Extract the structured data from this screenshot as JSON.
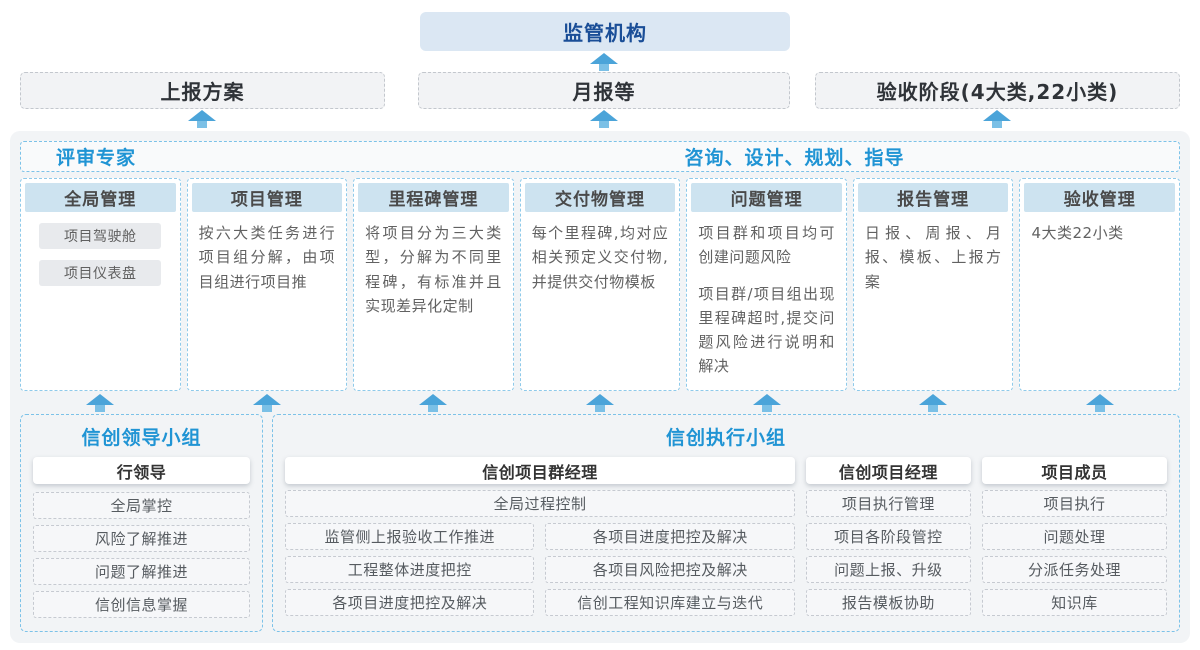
{
  "colors": {
    "accent_blue": "#2094d4",
    "regulator_text": "#1a4e97",
    "regulator_bg": "#dbe7f3",
    "column_header_bg": "#cde3f0",
    "column_border": "#8fcaea",
    "container_bg": "#f2f4f6",
    "arrow_blue": "#4ba4d9"
  },
  "top": {
    "regulator": "监管机构",
    "boxes": [
      "上报方案",
      "月报等",
      "验收阶段(4大类,22小类)"
    ]
  },
  "main": {
    "header_left": "评审专家",
    "header_right": "咨询、设计、规划、指导",
    "columns": [
      {
        "title": "全局管理",
        "chips": [
          "项目驾驶舱",
          "项目仪表盘"
        ]
      },
      {
        "title": "项目管理",
        "paragraphs": [
          "按六大类任务进行项目组分解，由项目组进行项目推"
        ]
      },
      {
        "title": "里程碑管理",
        "paragraphs": [
          "将项目分为三大类型，分解为不同里程碑，有标准并且实现差异化定制"
        ]
      },
      {
        "title": "交付物管理",
        "paragraphs": [
          "每个里程碑,均对应相关预定义交付物,并提供交付物模板"
        ]
      },
      {
        "title": "问题管理",
        "paragraphs": [
          "项目群和项目均可创建问题风险",
          "项目群/项目组出现里程碑超时,提交问题风险进行说明和解决"
        ]
      },
      {
        "title": "报告管理",
        "paragraphs": [
          "日报、周报、月报、模板、上报方案"
        ]
      },
      {
        "title": "验收管理",
        "paragraphs": [
          "4大类22小类"
        ]
      }
    ]
  },
  "bottom": {
    "left_group": {
      "title": "信创领导小组",
      "role": "行领导",
      "items": [
        "全局掌控",
        "风险了解推进",
        "问题了解推进",
        "信创信息掌握"
      ]
    },
    "right_group": {
      "title": "信创执行小组",
      "roles": [
        "信创项目群经理",
        "信创项目经理",
        "项目成员"
      ],
      "pgm_full_item": "全局过程控制",
      "pgm_col1": [
        "监管侧上报验收工作推进",
        "工程整体进度把控",
        "各项目进度把控及解决"
      ],
      "pgm_col2": [
        "各项目进度把控及解决",
        "各项目风险把控及解决",
        "信创工程知识库建立与迭代"
      ],
      "pm_items": [
        "项目执行管理",
        "项目各阶段管控",
        "问题上报、升级",
        "报告模板协助"
      ],
      "member_items": [
        "项目执行",
        "问题处理",
        "分派任务处理",
        "知识库"
      ]
    }
  }
}
